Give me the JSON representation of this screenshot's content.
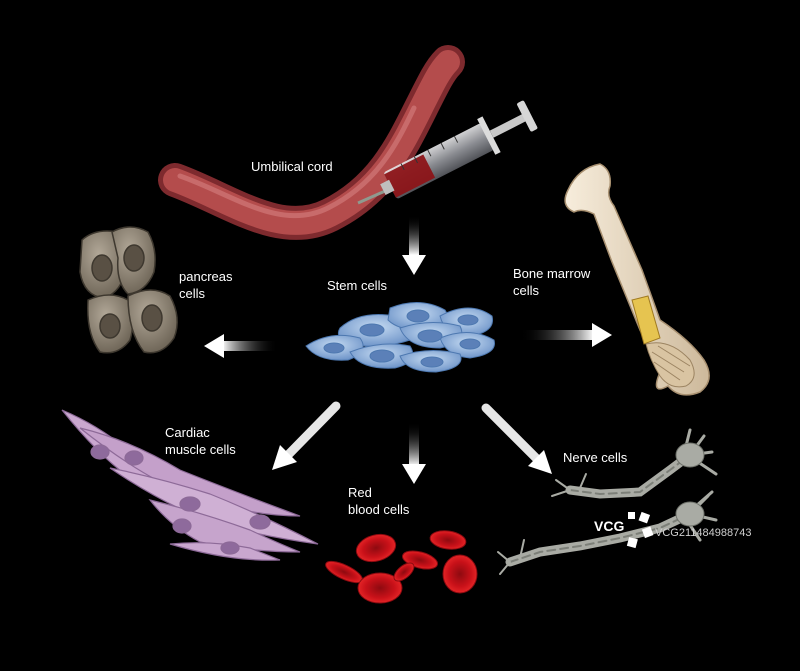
{
  "labels": {
    "umbilical": "Umbilical cord",
    "stem": "Stem cells",
    "pancreas": "pancreas\ncells",
    "bone": "Bone marrow\ncells",
    "cardiac": "Cardiac\nmuscle cells",
    "red": "Red\nblood cells",
    "nerve": "Nerve cells"
  },
  "watermark": {
    "logo_text": "VCG",
    "image_id": "VCG211484988743"
  },
  "colors": {
    "background": "#000000",
    "arrow": "#ffffff",
    "stem_cell": "#8fb4de",
    "red_cell": "#d0121a",
    "cord": "#b04646",
    "bone": "#eedfc6",
    "cardiac": "#c9a7cf",
    "pancreas": "#8c8274"
  }
}
